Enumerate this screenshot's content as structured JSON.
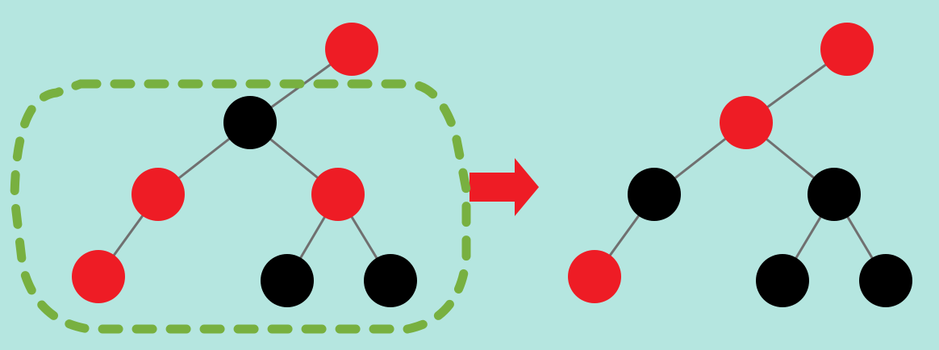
{
  "colors": {
    "background": "#b5e6e0",
    "red_node": "#ee1c25",
    "black_node": "#000000",
    "edge": "#707070",
    "highlight_outline": "#78b040",
    "arrow": "#ee1c25"
  },
  "before_tree": {
    "nodes": [
      {
        "id": "root",
        "color": "red",
        "label": ""
      },
      {
        "id": "n1",
        "color": "black",
        "label": ""
      },
      {
        "id": "n2",
        "color": "red",
        "label": ""
      },
      {
        "id": "n3",
        "color": "red",
        "label": ""
      },
      {
        "id": "n4",
        "color": "red",
        "label": ""
      },
      {
        "id": "n5",
        "color": "black",
        "label": ""
      },
      {
        "id": "n6",
        "color": "black",
        "label": ""
      }
    ],
    "edges": [
      [
        "root",
        "n1"
      ],
      [
        "n1",
        "n2"
      ],
      [
        "n1",
        "n3"
      ],
      [
        "n2",
        "n4"
      ],
      [
        "n3",
        "n5"
      ],
      [
        "n3",
        "n6"
      ]
    ],
    "highlighted_subtree_root": "n1"
  },
  "after_tree": {
    "nodes": [
      {
        "id": "root",
        "color": "red",
        "label": ""
      },
      {
        "id": "n1",
        "color": "red",
        "label": ""
      },
      {
        "id": "n2",
        "color": "black",
        "label": ""
      },
      {
        "id": "n3",
        "color": "black",
        "label": ""
      },
      {
        "id": "n4",
        "color": "red",
        "label": ""
      },
      {
        "id": "n5",
        "color": "black",
        "label": ""
      },
      {
        "id": "n6",
        "color": "black",
        "label": ""
      }
    ],
    "edges": [
      [
        "root",
        "n1"
      ],
      [
        "n1",
        "n2"
      ],
      [
        "n1",
        "n3"
      ],
      [
        "n2",
        "n4"
      ],
      [
        "n3",
        "n5"
      ],
      [
        "n3",
        "n6"
      ]
    ]
  },
  "arrow": {
    "icon": "right-arrow-icon"
  }
}
